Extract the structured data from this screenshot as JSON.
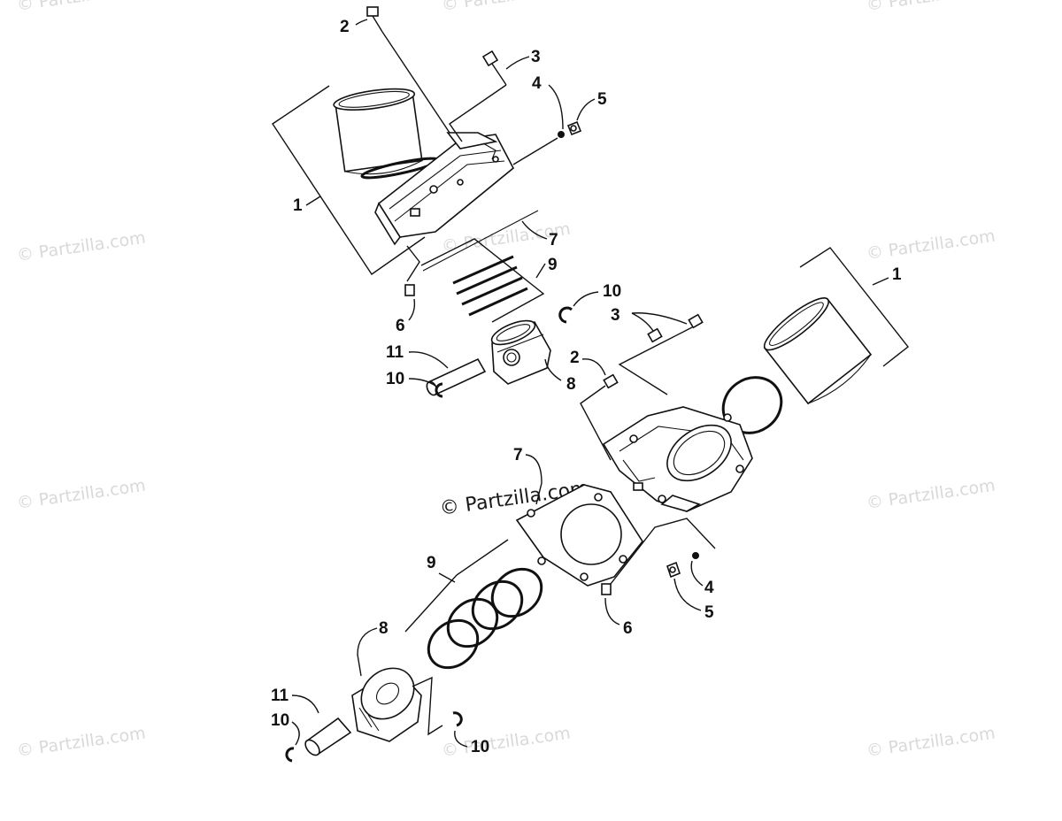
{
  "watermark": {
    "text": "© Partzilla.com",
    "center_text": "© Partzilla.com"
  },
  "callouts": {
    "top_assembly": {
      "c1": "1",
      "c2": "2",
      "c3": "3",
      "c4": "4",
      "c5": "5",
      "c6": "6",
      "c7": "7",
      "c8": "8",
      "c9": "9",
      "c10a": "10",
      "c10b": "10",
      "c11": "11"
    },
    "bottom_assembly": {
      "c1": "1",
      "c2": "2",
      "c3": "3",
      "c4": "4",
      "c5": "5",
      "c6": "6",
      "c7": "7",
      "c8": "8",
      "c9": "9",
      "c10a": "10",
      "c10b": "10",
      "c11": "11"
    }
  },
  "colors": {
    "line": "#111111",
    "watermark": "#d9d9d9",
    "background": "#ffffff"
  }
}
